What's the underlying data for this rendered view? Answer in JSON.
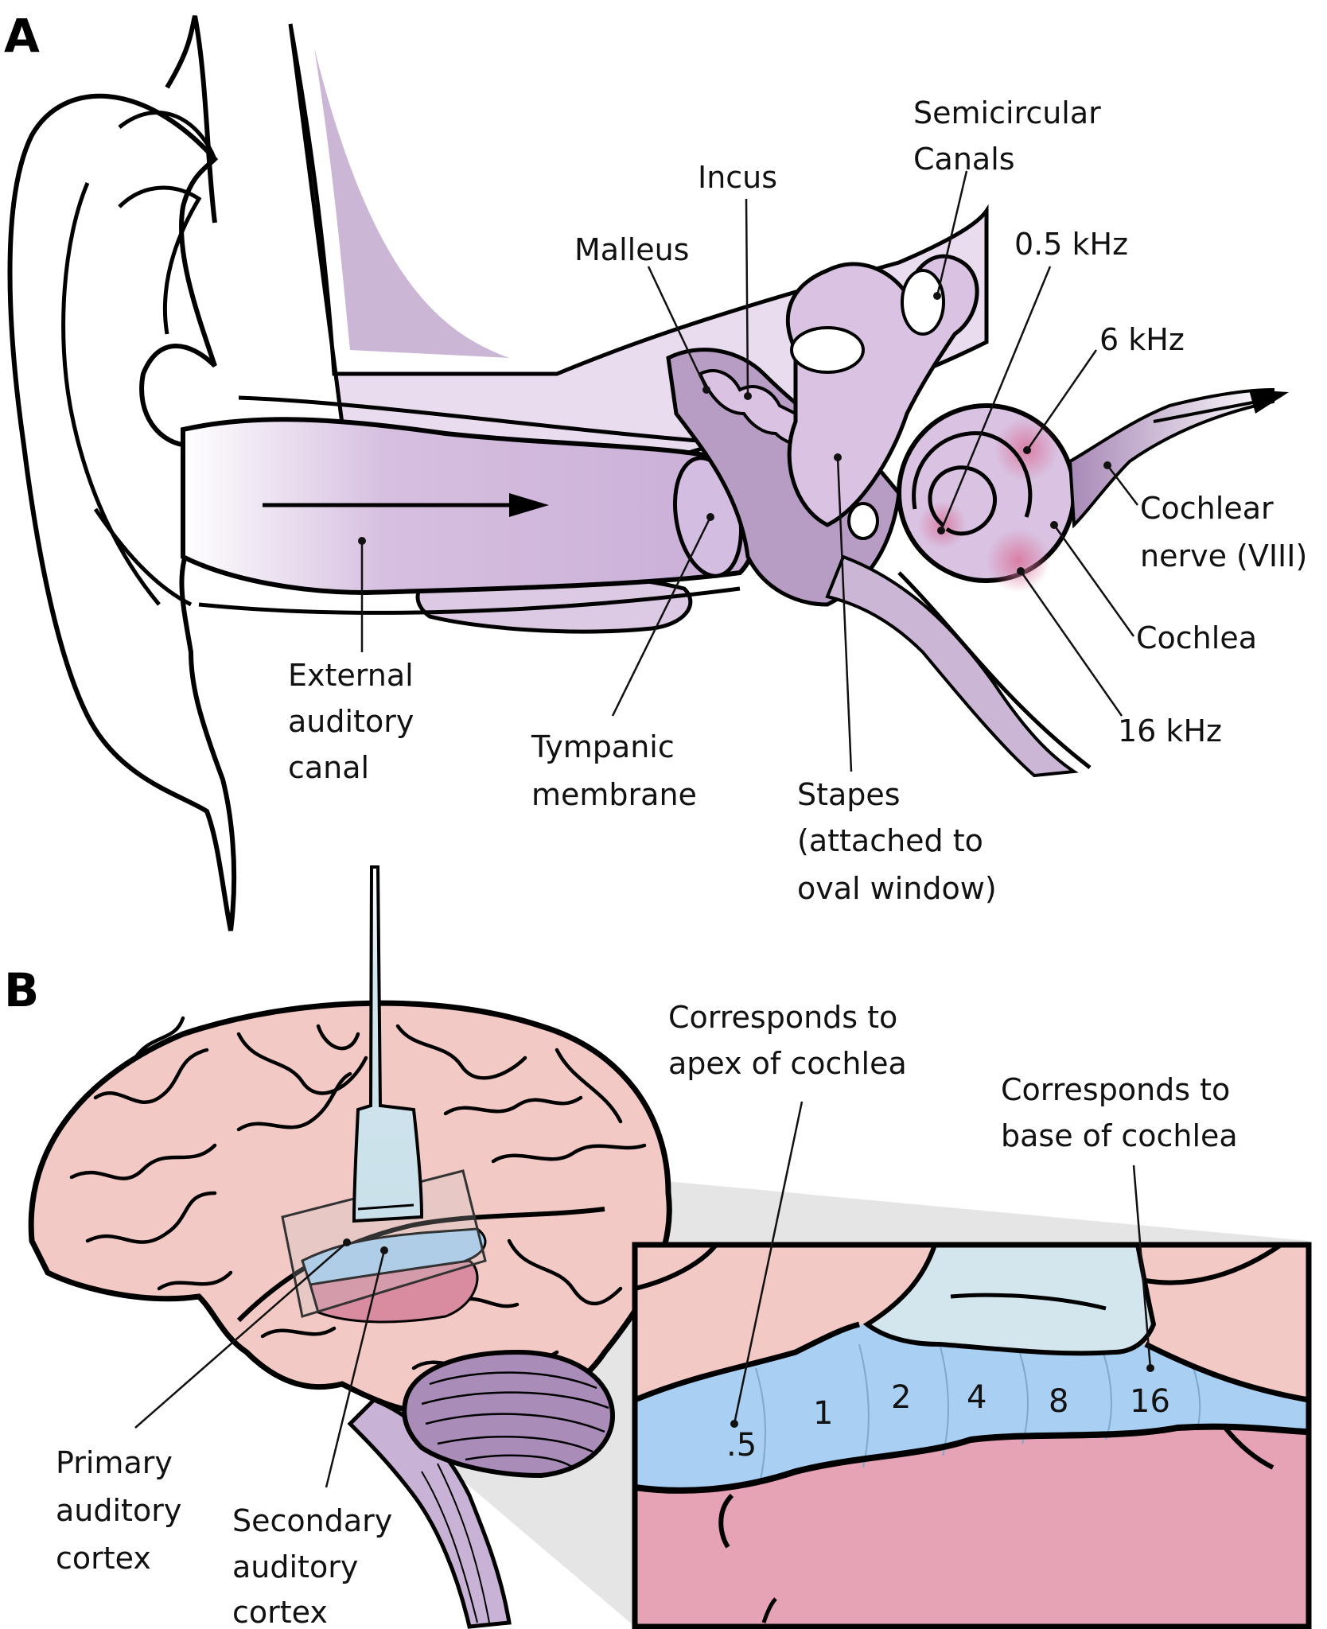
{
  "panels": {
    "a": "A",
    "b": "B"
  },
  "ear_labels": {
    "semicircular_line1": "Semicircular",
    "semicircular_line2": "Canals",
    "incus": "Incus",
    "malleus": "Malleus",
    "freq_05": "0.5 kHz",
    "freq_6": "6 kHz",
    "freq_16": "16 kHz",
    "cochlear_nerve_line1": "Cochlear",
    "cochlear_nerve_line2": "nerve (VIII)",
    "cochlea": "Cochlea",
    "external_line1": "External",
    "external_line2": "auditory",
    "external_line3": "canal",
    "tympanic_line1": "Tympanic",
    "tympanic_line2": "membrane",
    "stapes_line1": "Stapes",
    "stapes_line2": "(attached to",
    "stapes_line3": "oval window)"
  },
  "brain_labels": {
    "apex_line1": "Corresponds to",
    "apex_line2": "apex of cochlea",
    "base_line1": "Corresponds to",
    "base_line2": "base of cochlea",
    "primary_line1": "Primary",
    "primary_line2": "auditory",
    "primary_line3": "cortex",
    "secondary_line1": "Secondary",
    "secondary_line2": "auditory",
    "secondary_line3": "cortex"
  },
  "tonotopy": [
    ".5",
    "1",
    "2",
    "4",
    "8",
    "16"
  ],
  "colors": {
    "ear_lavender": "#d9c2e2",
    "ear_light": "#ece2f0",
    "ear_dark": "#b79cc4",
    "freq_spot": "#d98aa8",
    "brain_pink": "#f2c9c4",
    "cortex_blue": "#a9cff2",
    "cortex_red": "#d98ca0",
    "cerebellum": "#a98cb8",
    "probe": "#d3e6ee"
  }
}
